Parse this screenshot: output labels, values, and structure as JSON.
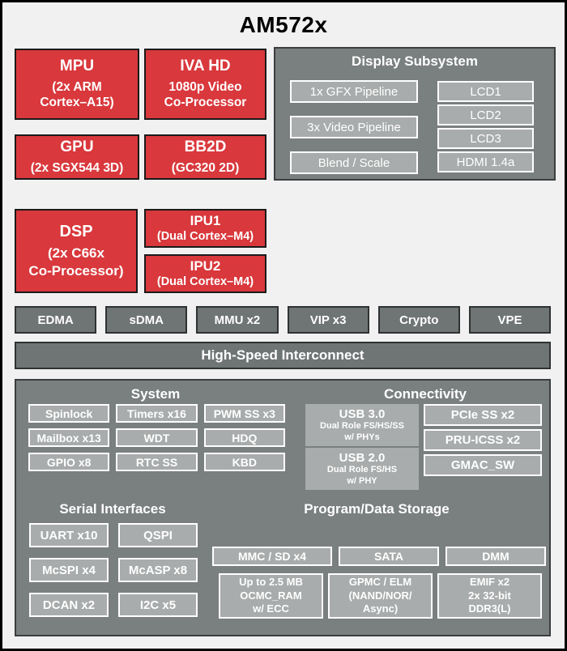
{
  "title": "AM572x",
  "palette": {
    "red": "#D9383C",
    "dark_gray": "#7A7F7F",
    "darker_gray": "#6F7474",
    "light_gray": "#A9ACAC",
    "page_bg": "#F1F1F1"
  },
  "blocks": {
    "mpu": {
      "title": "MPU",
      "subtitle": "(2x ARM\nCortex–A15)"
    },
    "iva": {
      "title": "IVA HD",
      "subtitle": "1080p Video\nCo-Processor"
    },
    "gpu": {
      "title": "GPU",
      "subtitle": "(2x SGX544 3D)"
    },
    "bb2d": {
      "title": "BB2D",
      "subtitle": "(GC320 2D)"
    },
    "dsp": {
      "title": "DSP",
      "subtitle": "(2x C66x\nCo-Processor)"
    },
    "ipu1": {
      "title": "IPU1",
      "subtitle": "(Dual Cortex–M4)"
    },
    "ipu2": {
      "title": "IPU2",
      "subtitle": "(Dual Cortex–M4)"
    }
  },
  "display_subsystem": {
    "title": "Display Subsystem",
    "pipelines": [
      "1x GFX Pipeline",
      "3x Video Pipeline",
      "Blend / Scale"
    ],
    "outputs": [
      "LCD1",
      "LCD2",
      "LCD3",
      "HDMI 1.4a"
    ]
  },
  "dma_row": [
    "EDMA",
    "sDMA",
    "MMU x2",
    "VIP x3",
    "Crypto",
    "VPE"
  ],
  "interconnect": "High-Speed Interconnect",
  "system": {
    "title": "System",
    "items": [
      "Spinlock",
      "Timers x16",
      "PWM SS x3",
      "Mailbox x13",
      "WDT",
      "HDQ",
      "GPIO x8",
      "RTC SS",
      "KBD"
    ]
  },
  "connectivity": {
    "title": "Connectivity",
    "usb30": {
      "title": "USB 3.0",
      "detail": "Dual Role FS/HS/SS\nw/ PHYs"
    },
    "usb20": {
      "title": "USB 2.0",
      "detail": "Dual Role FS/HS\nw/ PHY"
    },
    "items": [
      "PCIe SS x2",
      "PRU-ICSS x2",
      "GMAC_SW"
    ]
  },
  "serial_interfaces": {
    "title": "Serial Interfaces",
    "items": [
      "UART x10",
      "QSPI",
      "McSPI x4",
      "McASP x8",
      "DCAN x2",
      "I2C x5"
    ]
  },
  "storage": {
    "title": "Program/Data Storage",
    "row1": [
      "MMC / SD x4",
      "SATA",
      "DMM"
    ],
    "row2": [
      "Up to 2.5 MB\nOCMC_RAM\nw/ ECC",
      "GPMC / ELM\n(NAND/NOR/\nAsync)",
      "EMIF x2\n2x 32-bit\nDDR3(L)"
    ]
  }
}
